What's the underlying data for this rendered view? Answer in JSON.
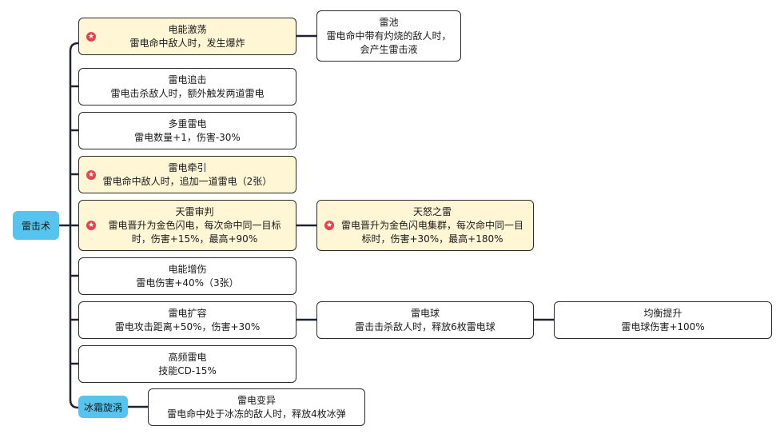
{
  "colors": {
    "line": "#1e2430",
    "tag_bg": "#56c4ee",
    "highlight_bg": "#fff6d5",
    "star": "#e8424b"
  },
  "root": {
    "label": "雷击术"
  },
  "nodes": {
    "dnjd": {
      "title": "电能激荡",
      "desc": "雷电命中敌人时，发生爆炸"
    },
    "lc": {
      "title": "雷池",
      "desc": "雷电命中带有灼烧的敌人时，会产生雷击液"
    },
    "ldzj": {
      "title": "雷电追击",
      "desc": "雷电击杀敌人时，额外触发两道雷电"
    },
    "dcld": {
      "title": "多重雷电",
      "desc": "雷电数量+1，伤害-30%"
    },
    "ldqy": {
      "title": "雷电牵引",
      "desc": "雷电命中敌人时，追加一道雷电（2张）"
    },
    "tlsp": {
      "title": "天雷审判",
      "desc": "雷电晋升为金色闪电，每次命中同一目标时，伤害+15%，最高+90%"
    },
    "tnzl": {
      "title": "天怒之雷",
      "desc": "雷电晋升为金色闪电集群，每次命中同一目标时，伤害+30%，最高+180%"
    },
    "dnzs": {
      "title": "电能增伤",
      "desc": "雷电伤害+40%（3张）"
    },
    "ldkr": {
      "title": "雷电扩容",
      "desc": "雷电攻击距离+50%，伤害+30%"
    },
    "ldq": {
      "title": "雷电球",
      "desc": "雷击击杀敌人时，释放6枚雷电球"
    },
    "jhts": {
      "title": "均衡提升",
      "desc": "雷电球伤害+100%"
    },
    "gpld": {
      "title": "高频雷电",
      "desc": "技能CD-15%"
    },
    "ldby": {
      "title": "雷电变异",
      "desc": "雷电命中处于冰冻的敌人时，释放4枚冰弹"
    }
  },
  "bhxw": {
    "label": "冰霜旋涡"
  },
  "star_icon": "star-badge-icon"
}
